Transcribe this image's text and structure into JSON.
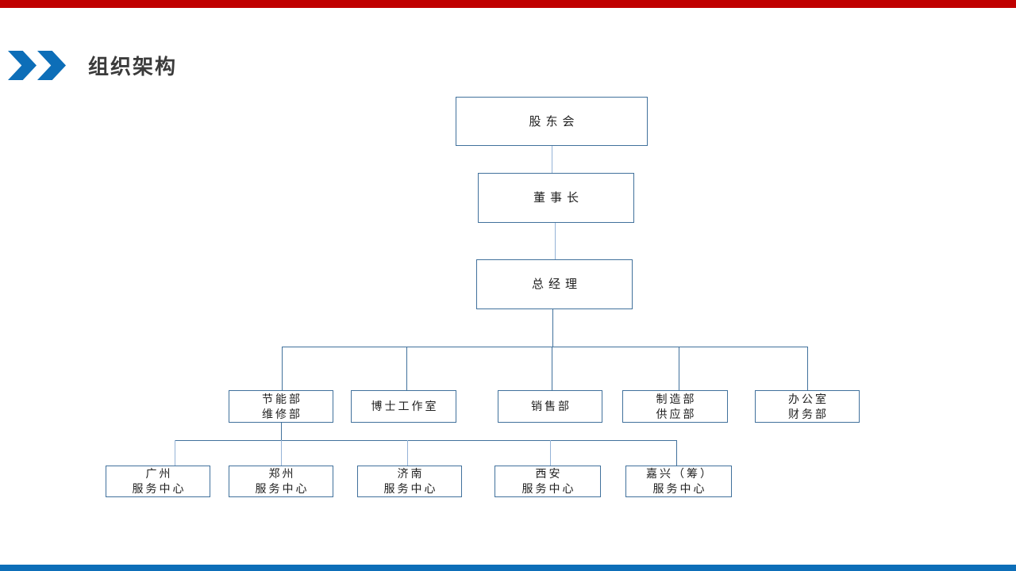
{
  "theme": {
    "bar_red": "#c00000",
    "bar_blue": "#0d6eb8",
    "chevron_blue": "#0d6eb8",
    "title_color": "#3b3b3b",
    "box_border": "#41719c",
    "line_dark": "#41719c",
    "line_light": "#95b3d7",
    "text_color": "#1f1f1f"
  },
  "header": {
    "title": "组织架构"
  },
  "chart": {
    "type": "org-hierarchy",
    "nodes": {
      "shareholders": {
        "label": "股东会"
      },
      "chairman": {
        "label": "董事长"
      },
      "general_manager": {
        "label": "总经理"
      },
      "dept_energy": {
        "line1": "节能部",
        "line2": "维修部"
      },
      "dept_doctor": {
        "line1": "博士工作室"
      },
      "dept_sales": {
        "line1": "销售部"
      },
      "dept_manufacturing": {
        "line1": "制造部",
        "line2": "供应部"
      },
      "dept_office": {
        "line1": "办公室",
        "line2": "财务部"
      },
      "sc_guangzhou": {
        "line1": "广州",
        "line2": "服务中心"
      },
      "sc_zhengzhou": {
        "line1": "郑州",
        "line2": "服务中心"
      },
      "sc_jinan": {
        "line1": "济南",
        "line2": "服务中心"
      },
      "sc_xian": {
        "line1": "西安",
        "line2": "服务中心"
      },
      "sc_jiaxing": {
        "line1": "嘉兴（筹）",
        "line2": "服务中心"
      }
    }
  }
}
